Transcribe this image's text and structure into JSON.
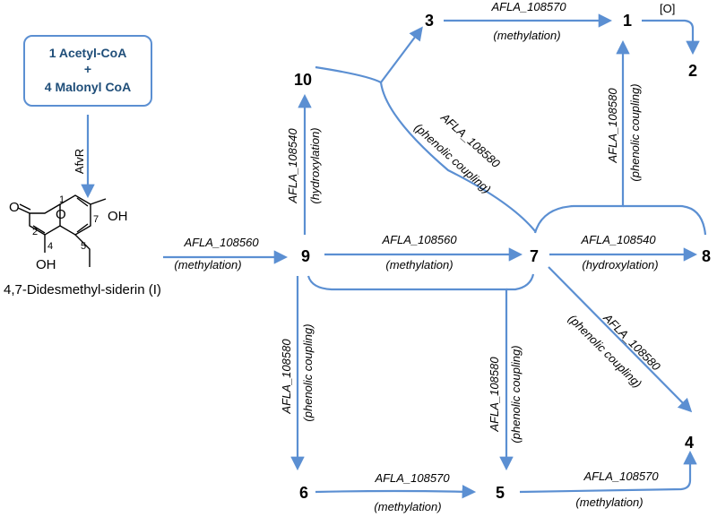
{
  "start_box": {
    "line1": "1 Acetyl-CoA",
    "line2": "+",
    "line3": "4 Malonyl CoA"
  },
  "enzyme_afvr": "AfvR",
  "compound_name": "4,7-Didesmethyl-siderin (I)",
  "atoms": {
    "O": "O",
    "OH": "OH",
    "n1": "1",
    "n2": "2",
    "n4": "4",
    "n5": "5",
    "n7": "7"
  },
  "nodes": {
    "n1": "1",
    "n2": "2",
    "n3": "3",
    "n4": "4",
    "n5": "5",
    "n6": "6",
    "n7": "7",
    "n8": "8",
    "n9": "9",
    "n10": "10"
  },
  "oxidation": "[O]",
  "enzymes": {
    "e108560": "AFLA_108560",
    "e108570": "AFLA_108570",
    "e108580": "AFLA_108580",
    "e108540": "AFLA_108540"
  },
  "reactions": {
    "methylation": "(methylation)",
    "hydroxylation": "(hydroxylation)",
    "phenolic": "(phenolic coupling)"
  },
  "colors": {
    "arrow": "#5b8fd2",
    "box_border": "#5b8fd2",
    "box_text": "#1f4e79"
  }
}
